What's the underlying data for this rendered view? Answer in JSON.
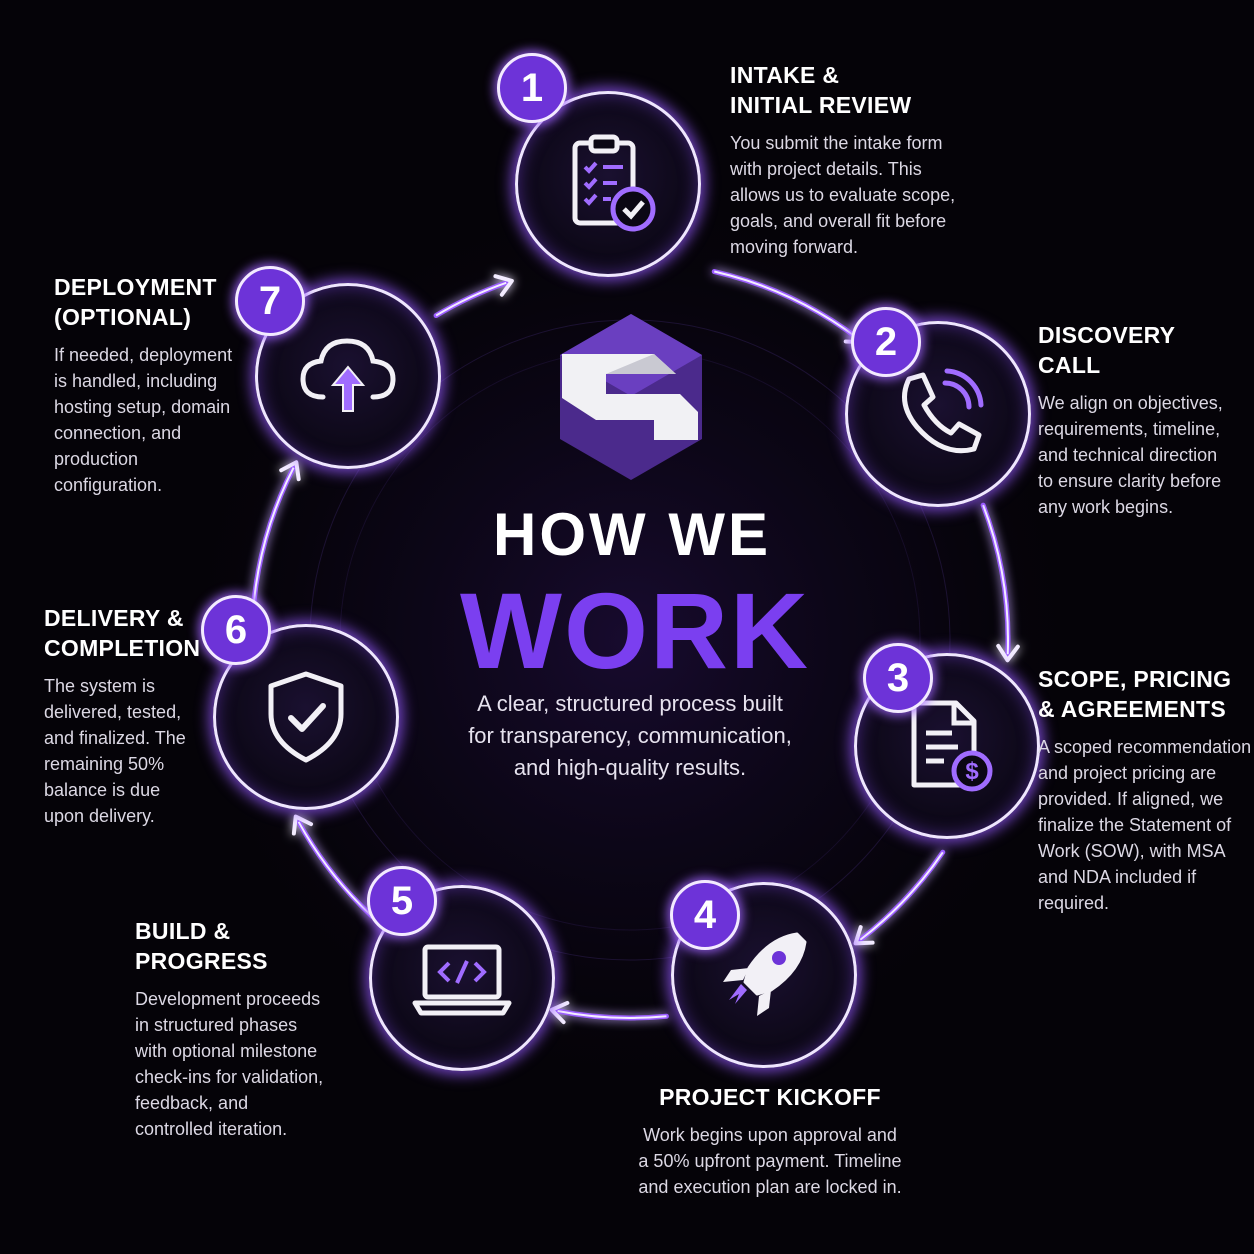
{
  "title": {
    "line1": "HOW WE",
    "line2": "WORK"
  },
  "subtitle": "A clear, structured process built\nfor transparency, communication,\nand high-quality results.",
  "colors": {
    "accent": "#7b3ff0",
    "badge": "#6d33d8",
    "background": "#050308",
    "ring_glow": "#9b5cff"
  },
  "steps": [
    {
      "number": "1",
      "title": "INTAKE &\nINITIAL REVIEW",
      "description": "You submit the intake form\nwith project details. This\nallows us to evaluate scope,\ngoals, and overall fit before\nmoving forward.",
      "icon": "clipboard-check-icon"
    },
    {
      "number": "2",
      "title": "DISCOVERY\nCALL",
      "description": "We align on objectives,\nrequirements, timeline,\nand technical direction\nto ensure clarity before\nany work begins.",
      "icon": "phone-icon"
    },
    {
      "number": "3",
      "title": "SCOPE, PRICING\n& AGREEMENTS",
      "description": "A scoped recommendation\nand project pricing are\nprovided. If aligned, we\nfinalize the Statement of\nWork (SOW), with MSA\nand NDA included if\nrequired.",
      "icon": "document-dollar-icon"
    },
    {
      "number": "4",
      "title": "PROJECT KICKOFF",
      "description": "Work begins upon approval and\na 50% upfront payment. Timeline\nand execution plan are locked in.",
      "icon": "rocket-icon"
    },
    {
      "number": "5",
      "title": "BUILD &\nPROGRESS",
      "description": "Development proceeds\nin structured phases\nwith optional milestone\ncheck-ins for validation,\nfeedback, and\ncontrolled iteration.",
      "icon": "laptop-code-icon"
    },
    {
      "number": "6",
      "title": "DELIVERY &\nCOMPLETION",
      "description": "The system is\ndelivered, tested,\nand finalized. The\nremaining 50%\nbalance is due\nupon delivery.",
      "icon": "shield-check-icon"
    },
    {
      "number": "7",
      "title": "DEPLOYMENT\n(OPTIONAL)",
      "description": "If needed, deployment\nis handled, including\nhosting setup, domain\nconnection, and\nproduction\nconfiguration.",
      "icon": "cloud-upload-icon"
    }
  ]
}
